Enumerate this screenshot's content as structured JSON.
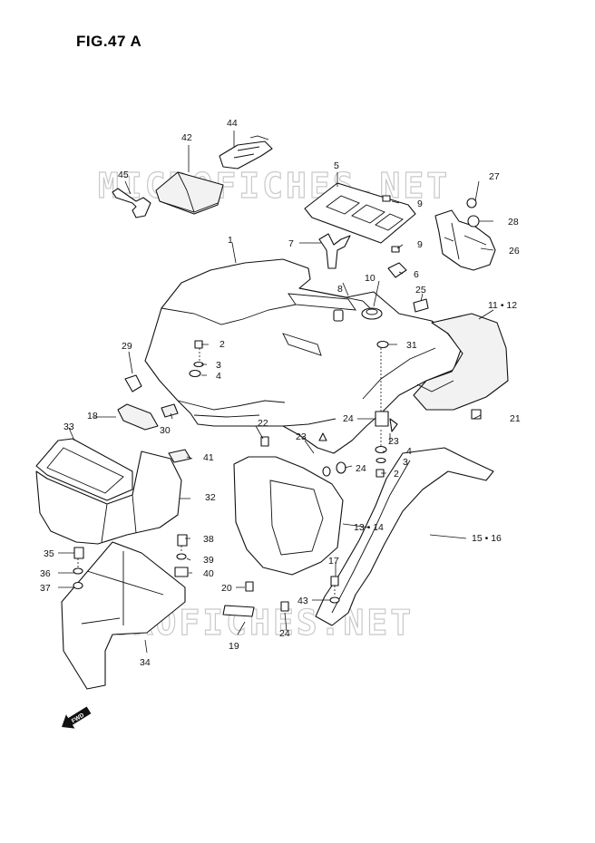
{
  "figure": {
    "title": "FIG.47 A"
  },
  "watermark": {
    "text": "MICROFICHES.NET"
  },
  "direction_badge": {
    "text": "FWD"
  },
  "callouts": [
    {
      "id": "c44",
      "text": "44"
    },
    {
      "id": "c42",
      "text": "42"
    },
    {
      "id": "c45",
      "text": "45"
    },
    {
      "id": "c5",
      "text": "5"
    },
    {
      "id": "c9a",
      "text": "9"
    },
    {
      "id": "c27",
      "text": "27"
    },
    {
      "id": "c28",
      "text": "28"
    },
    {
      "id": "c26",
      "text": "26"
    },
    {
      "id": "c7",
      "text": "7"
    },
    {
      "id": "c9b",
      "text": "9"
    },
    {
      "id": "c6",
      "text": "6"
    },
    {
      "id": "c1",
      "text": "1"
    },
    {
      "id": "c10",
      "text": "10"
    },
    {
      "id": "c8",
      "text": "8"
    },
    {
      "id": "c25",
      "text": "25"
    },
    {
      "id": "c1112",
      "text": "11 • 12"
    },
    {
      "id": "c2a",
      "text": "2"
    },
    {
      "id": "c29",
      "text": "29"
    },
    {
      "id": "c3a",
      "text": "3"
    },
    {
      "id": "c4a",
      "text": "4"
    },
    {
      "id": "c31",
      "text": "31"
    },
    {
      "id": "c18",
      "text": "18"
    },
    {
      "id": "c30",
      "text": "30"
    },
    {
      "id": "c24a",
      "text": "24"
    },
    {
      "id": "c23a",
      "text": "23"
    },
    {
      "id": "c21",
      "text": "21"
    },
    {
      "id": "c22",
      "text": "22"
    },
    {
      "id": "c23b",
      "text": "23"
    },
    {
      "id": "c4b",
      "text": "4"
    },
    {
      "id": "c33",
      "text": "33"
    },
    {
      "id": "c41",
      "text": "41"
    },
    {
      "id": "c3b",
      "text": "3"
    },
    {
      "id": "c24b",
      "text": "24"
    },
    {
      "id": "c2b",
      "text": "2"
    },
    {
      "id": "c32",
      "text": "32"
    },
    {
      "id": "c1314",
      "text": "13 • 14"
    },
    {
      "id": "c1516",
      "text": "15 • 16"
    },
    {
      "id": "c38",
      "text": "38"
    },
    {
      "id": "c35",
      "text": "35"
    },
    {
      "id": "c39",
      "text": "39"
    },
    {
      "id": "c17",
      "text": "17"
    },
    {
      "id": "c36",
      "text": "36"
    },
    {
      "id": "c40",
      "text": "40"
    },
    {
      "id": "c37",
      "text": "37"
    },
    {
      "id": "c20",
      "text": "20"
    },
    {
      "id": "c43",
      "text": "43"
    },
    {
      "id": "c24c",
      "text": "24"
    },
    {
      "id": "c19",
      "text": "19"
    },
    {
      "id": "c34",
      "text": "34"
    }
  ]
}
